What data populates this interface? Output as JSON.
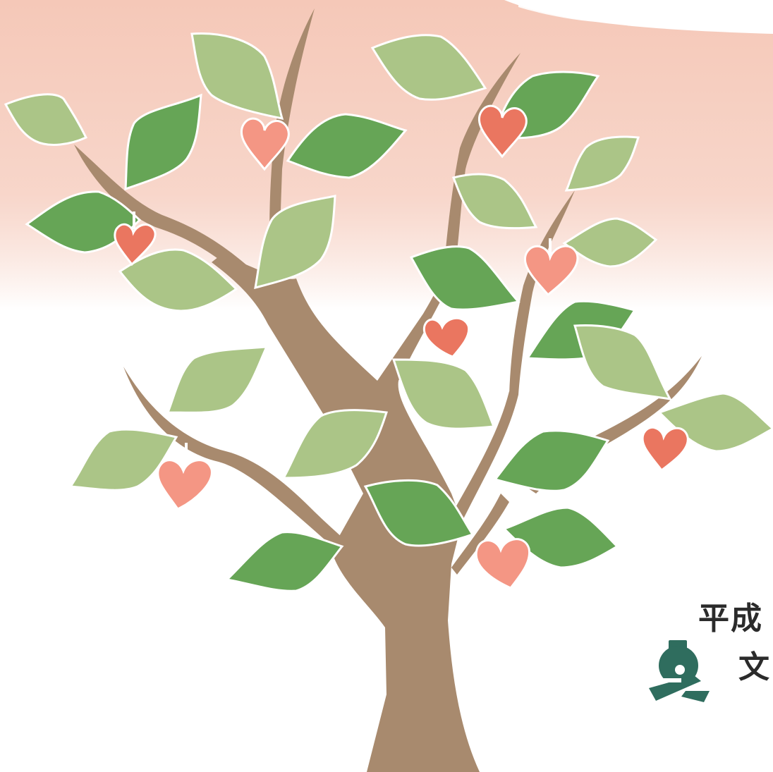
{
  "header_text": {
    "era": "平成",
    "doc_char": "文"
  },
  "colors": {
    "sky_top": "#f5c8b8",
    "background": "#ffffff",
    "trunk": "#a88a6e",
    "leaf_light": "#abc587",
    "leaf_dark": "#66a556",
    "heart_coral": "#ea7660",
    "heart_pink": "#f49684",
    "emblem": "#2f6d5e",
    "text": "#2b2b2b"
  },
  "icons": {
    "emblem": "municipal-emblem-icon",
    "tree": "tree-illustration",
    "leaf": "leaf-icon",
    "heart": "heart-icon"
  }
}
